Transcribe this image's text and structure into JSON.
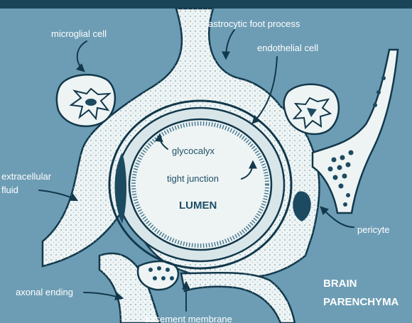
{
  "colors": {
    "background": "#6d9db4",
    "top_band": "#1a4558",
    "cell_fill": "#eef4f4",
    "outline": "#12384b",
    "dark_fill": "#1c4a60"
  },
  "labels": {
    "microglial_cell": "microglial cell",
    "astrocytic_foot_process": "astrocytic foot process",
    "endothelial_cell": "endothelial cell",
    "glycocalyx": "glycocalyx",
    "tight_junction": "tight junction",
    "lumen": "LUMEN",
    "extracellular_fluid_line1": "extracellular",
    "extracellular_fluid_line2": "fluid",
    "pericyte": "pericyte",
    "axonal_ending": "axonal ending",
    "basement_membrane": "basement membrane",
    "brain_parenchyma_line1": "BRAIN",
    "brain_parenchyma_line2": "PARENCHYMA"
  }
}
